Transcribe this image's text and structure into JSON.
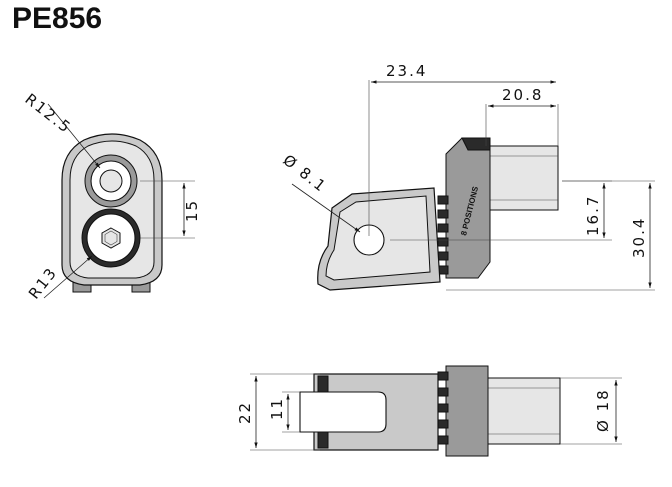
{
  "title": "PE856",
  "labels": {
    "r12_5": "R12.5",
    "r13": "R13",
    "d15": "15",
    "d23_4": "23.4",
    "d20_8": "20.8",
    "d8_1": "Ø 8.1",
    "d16_7": "16.7",
    "d30_4": "30.4",
    "positions": "8 POSITIONS",
    "d22": "22",
    "d11": "11",
    "d18": "Ø 18"
  }
}
